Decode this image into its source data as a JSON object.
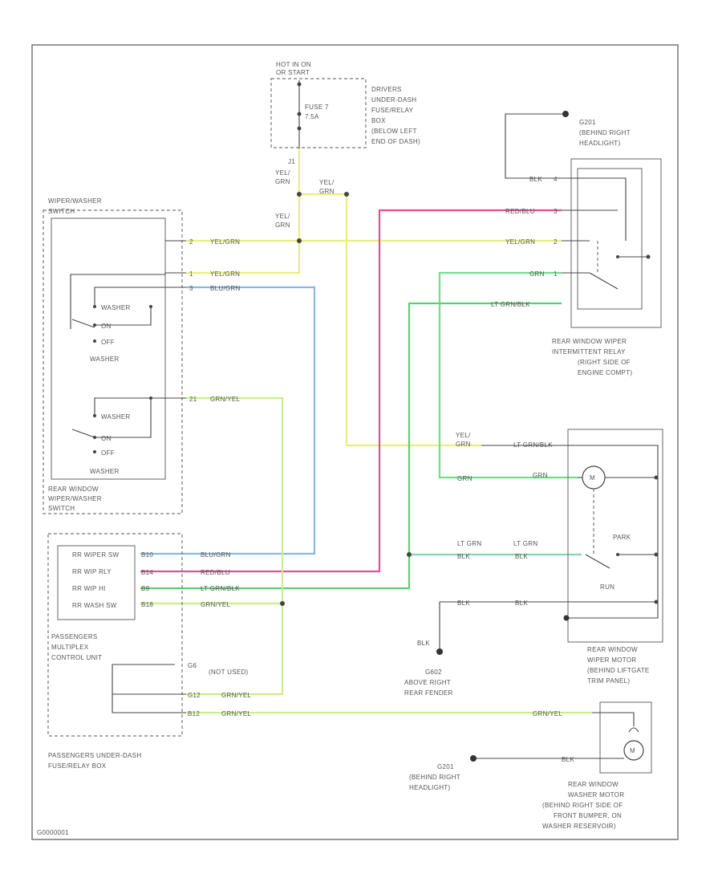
{
  "colors": {
    "yel_grn": "#e6f07a",
    "blu_grn": "#8ab8e0",
    "red_blu": "#e0509a",
    "lt_grn_blk": "#5ad070",
    "grn": "#6ee08a",
    "grn_yel": "#c8f08a",
    "frame": "#777777"
  },
  "fuse_box": {
    "hot": "HOT IN ON",
    "hot2": "OR START",
    "fuse": "FUSE 7",
    "amp": "7.5A",
    "desc": [
      "DRIVERS",
      "UNDER-DASH",
      "FUSE/RELAY",
      "BOX",
      "(BELOW LEFT",
      "END OF DASH)"
    ]
  },
  "ground_g201_top": {
    "name": "G201",
    "desc": [
      "(BEHIND RIGHT",
      "HEADLIGHT)"
    ]
  },
  "ground_g201_bottom": {
    "name": "G201",
    "desc": [
      "(BEHIND RIGHT",
      "HEADLIGHT)"
    ]
  },
  "ground_g602": {
    "name": "G602",
    "desc": [
      "ABOVE RIGHT",
      "REAR FENDER"
    ]
  },
  "wiper_switch": {
    "header": [
      "WIPER/WASHER",
      "SWITCH"
    ],
    "upper": [
      "WASHER",
      "ON",
      "OFF"
    ],
    "upper_title": "WASHER",
    "lower": [
      "WASHER",
      "ON",
      "OFF"
    ],
    "lower_title": "WASHER",
    "footer": [
      "REAR WINDOW",
      "WIPER/WASHER",
      "SWITCH"
    ],
    "pins": [
      "2",
      "1",
      "3",
      "21"
    ]
  },
  "relay": {
    "pins": [
      "4",
      "3",
      "2",
      "1"
    ],
    "desc": [
      "REAR WINDOW WIPER",
      "INTERMITTENT RELAY",
      "(RIGHT SIDE OF",
      "ENGINE COMPT)"
    ]
  },
  "motor": {
    "park": "PARK",
    "run": "RUN",
    "desc": [
      "REAR WINDOW",
      "WIPER MOTOR",
      "(BEHIND LIFTGATE",
      "TRIM PANEL)"
    ]
  },
  "pmcu": {
    "inputs": [
      "RR WIPER SW",
      "RR WIP RLY",
      "RR WIP HI",
      "RR WASH SW"
    ],
    "title": [
      "PASSENGERS",
      "MULTIPLEX",
      "CONTROL UNIT"
    ],
    "pins": [
      "B10",
      "B14",
      "B9",
      "B18",
      "G6",
      "G12",
      "B12"
    ],
    "not_used": "(NOT USED)",
    "footer": [
      "PASSENGERS UNDER-DASH",
      "FUSE/RELAY BOX"
    ]
  },
  "washer_motor": {
    "desc": [
      "REAR WINDOW",
      "WASHER MOTOR",
      "(BEHIND RIGHT SIDE OF",
      "FRONT BUMPER, ON",
      "WASHER RESERVOIR)"
    ]
  },
  "wire_labels": {
    "yel_grn": "YEL/GRN",
    "yel_grn_stack": [
      "YEL/",
      "GRN"
    ],
    "blu_grn": "BLU/GRN",
    "red_blu": "RED/BLU",
    "grn": "GRN",
    "lt_grn_blk": "LT GRN/BLK",
    "grn_yel": "GRN/YEL",
    "blk": "BLK",
    "lt_grn": "LT GRN",
    "j1": "J1"
  },
  "footer_code": "G0000001"
}
